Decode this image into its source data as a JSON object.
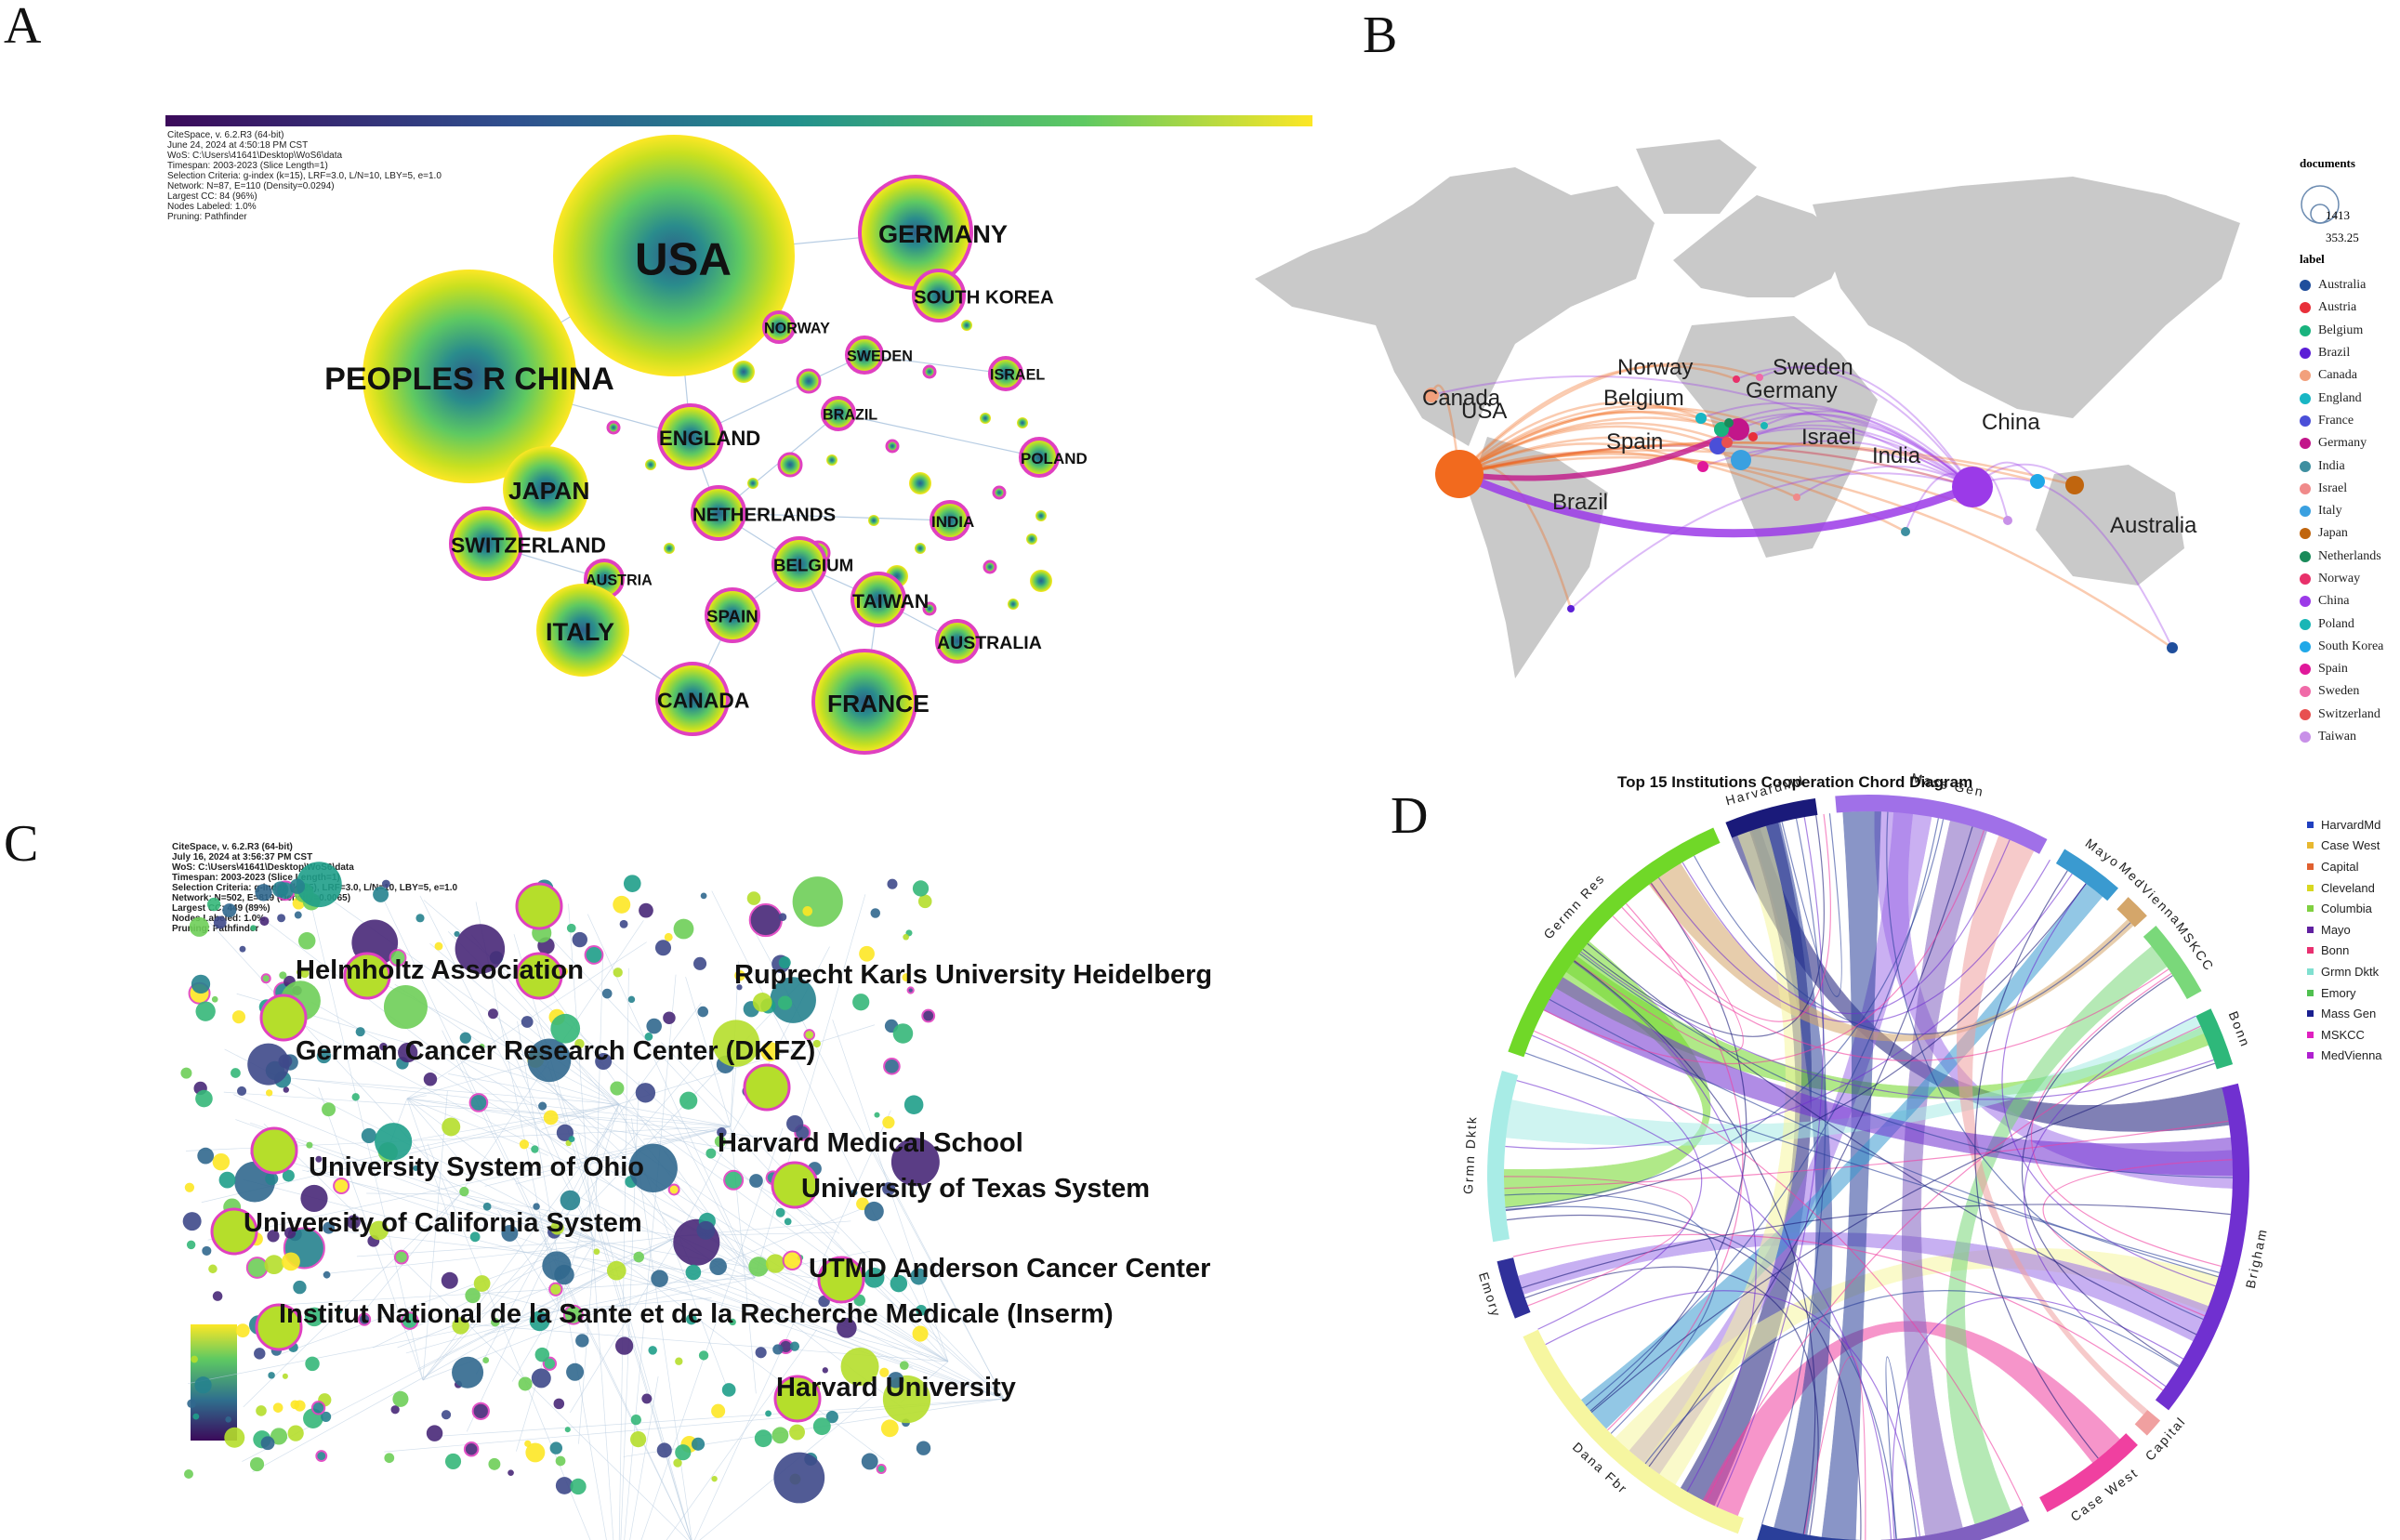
{
  "panels": {
    "a": "A",
    "b": "B",
    "c": "C",
    "d": "D"
  },
  "panel_a": {
    "meta": [
      "CiteSpace, v. 6.2.R3 (64-bit)",
      "June 24, 2024 at 4:50:18 PM CST",
      "WoS: C:\\Users\\41641\\Desktop\\WoS6\\data",
      "Timespan: 2003-2023 (Slice Length=1)",
      "Selection Criteria: g-index (k=15), LRF=3.0, L/N=10, LBY=5, e=1.0",
      "Network: N=87, E=110 (Density=0.0294)",
      "Largest CC: 84 (96%)",
      "Nodes Labeled: 1.0%",
      "Pruning: Pathfinder"
    ],
    "nodes": [
      {
        "label": "USA",
        "size": "xl"
      },
      {
        "label": "PEOPLES R CHINA",
        "size": "xl"
      },
      {
        "label": "GERMANY",
        "size": "l"
      },
      {
        "label": "SOUTH KOREA",
        "size": "s"
      },
      {
        "label": "NORWAY",
        "size": "xs"
      },
      {
        "label": "SWEDEN",
        "size": "xs"
      },
      {
        "label": "ISRAEL",
        "size": "xs"
      },
      {
        "label": "ENGLAND",
        "size": "m"
      },
      {
        "label": "BRAZIL",
        "size": "xs"
      },
      {
        "label": "POLAND",
        "size": "xs"
      },
      {
        "label": "JAPAN",
        "size": "l"
      },
      {
        "label": "NETHERLANDS",
        "size": "s"
      },
      {
        "label": "INDIA",
        "size": "xs"
      },
      {
        "label": "SWITZERLAND",
        "size": "m"
      },
      {
        "label": "AUSTRIA",
        "size": "xs"
      },
      {
        "label": "BELGIUM",
        "size": "s"
      },
      {
        "label": "TAIWAN",
        "size": "s"
      },
      {
        "label": "ITALY",
        "size": "l"
      },
      {
        "label": "SPAIN",
        "size": "s"
      },
      {
        "label": "AUSTRALIA",
        "size": "s"
      },
      {
        "label": "CANADA",
        "size": "m"
      },
      {
        "label": "FRANCE",
        "size": "l"
      }
    ]
  },
  "panel_b": {
    "legend_title_size": "documents",
    "size_values": [
      "1413",
      "353.25"
    ],
    "legend_title_label": "label",
    "legend": [
      {
        "name": "Australia",
        "color": "#1f4e9c"
      },
      {
        "name": "Austria",
        "color": "#e8303a"
      },
      {
        "name": "Belgium",
        "color": "#19b37e"
      },
      {
        "name": "Brazil",
        "color": "#5b1fd6"
      },
      {
        "name": "Canada",
        "color": "#f2a07c"
      },
      {
        "name": "England",
        "color": "#18b6c4"
      },
      {
        "name": "France",
        "color": "#4a4fd8"
      },
      {
        "name": "Germany",
        "color": "#c2168a"
      },
      {
        "name": "India",
        "color": "#3e8fa0"
      },
      {
        "name": "Israel",
        "color": "#f08a8a"
      },
      {
        "name": "Italy",
        "color": "#3aa0e0"
      },
      {
        "name": "Japan",
        "color": "#c0650e"
      },
      {
        "name": "Netherlands",
        "color": "#1a8a5a"
      },
      {
        "name": "Norway",
        "color": "#e8306a"
      },
      {
        "name": "China",
        "color": "#9b3ae8"
      },
      {
        "name": "Poland",
        "color": "#19b6b6"
      },
      {
        "name": "South Korea",
        "color": "#20a8e8"
      },
      {
        "name": "Spain",
        "color": "#e0189a"
      },
      {
        "name": "Sweden",
        "color": "#f06aa8"
      },
      {
        "name": "Switzerland",
        "color": "#e85050"
      },
      {
        "name": "Taiwan",
        "color": "#c890e8"
      }
    ],
    "map_labels": [
      "Norway",
      "Sweden",
      "Canada",
      "Belgium",
      "Germany",
      "USA",
      "China",
      "Israel",
      "Spain",
      "India",
      "Brazil",
      "Australia"
    ]
  },
  "panel_c": {
    "meta": [
      "CiteSpace, v. 6.2.R3 (64-bit)",
      "July 16, 2024 at 3:56:37 PM CST",
      "WoS: C:\\Users\\41641\\Desktop\\WoS6\\data",
      "Timespan: 2003-2023 (Slice Length=1)",
      "Selection Criteria: g-index (k=25), LRF=3.0, L/N=10, LBY=5, e=1.0",
      "Network: N=502, E=819 (Density=0.0065)",
      "Largest CC: 449 (89%)",
      "Nodes Labeled: 1.0%",
      "Pruning: Pathfinder"
    ],
    "labels": [
      "Helmholtz Association",
      "Ruprecht Karls University Heidelberg",
      "German Cancer Research Center (DKFZ)",
      "Harvard Medical School",
      "University System of Ohio",
      "University of Texas System",
      "University of California System",
      "UTMD Anderson Cancer Center",
      "Institut National de la Sante et de la Recherche Medicale (Inserm)",
      "Harvard University"
    ]
  },
  "panel_d": {
    "title": "Top 15 Institutions Cooperation Chord Diagram",
    "arcs": [
      {
        "label": "Mass Gen",
        "color": "#a070e8"
      },
      {
        "label": "Mayo",
        "color": "#3a9ad0"
      },
      {
        "label": "MedVienna",
        "color": "#d4a66a"
      },
      {
        "label": "MSKCC",
        "color": "#7ad87a"
      },
      {
        "label": "Bonn",
        "color": "#2eb87a"
      },
      {
        "label": "Brigham",
        "color": "#7030d0"
      },
      {
        "label": "Capital",
        "color": "#f0a0a0"
      },
      {
        "label": "Case West",
        "color": "#f040a0"
      },
      {
        "label": "Cleveland",
        "color": "#8060c0"
      },
      {
        "label": "Columbia",
        "color": "#2a3f9a"
      },
      {
        "label": "Dana Fbr",
        "color": "#f6f6a0"
      },
      {
        "label": "Emory",
        "color": "#30309a"
      },
      {
        "label": "Grmn Dktk",
        "color": "#a8ece6"
      },
      {
        "label": "Germn Res",
        "color": "#70d828"
      },
      {
        "label": "HarvardMd",
        "color": "#1a1a7a"
      }
    ],
    "legend": [
      {
        "name": "HarvardMd",
        "color": "#2040c0"
      },
      {
        "name": "Case West",
        "color": "#e8b830"
      },
      {
        "name": "Capital",
        "color": "#e06030"
      },
      {
        "name": "Cleveland",
        "color": "#d8d820"
      },
      {
        "name": "Columbia",
        "color": "#80d040"
      },
      {
        "name": "Mayo",
        "color": "#6020a0"
      },
      {
        "name": "Bonn",
        "color": "#e83070"
      },
      {
        "name": "Grmn Dktk",
        "color": "#80e0d0"
      },
      {
        "name": "Emory",
        "color": "#50c050"
      },
      {
        "name": "Mass Gen",
        "color": "#1a2090"
      },
      {
        "name": "MSKCC",
        "color": "#e020c0"
      },
      {
        "name": "MedVienna",
        "color": "#b020d0"
      }
    ]
  }
}
